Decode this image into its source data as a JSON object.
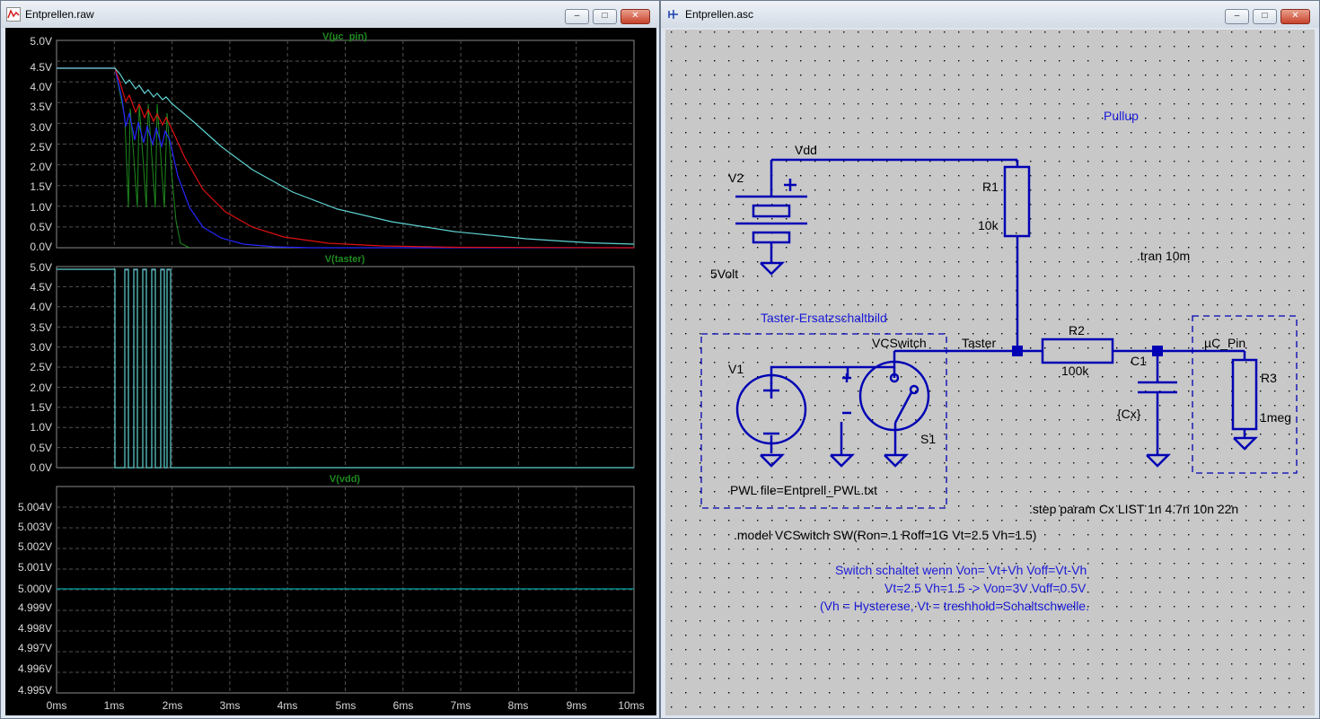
{
  "waveform_window": {
    "title": "Entprellen.raw",
    "panes": [
      {
        "trace_label": "V(µc_pin)",
        "y_ticks": [
          "5.0V",
          "4.5V",
          "4.0V",
          "3.5V",
          "3.0V",
          "2.5V",
          "2.0V",
          "1.5V",
          "1.0V",
          "0.5V",
          "0.0V"
        ]
      },
      {
        "trace_label": "V(taster)",
        "y_ticks": [
          "5.0V",
          "4.5V",
          "4.0V",
          "3.5V",
          "3.0V",
          "2.5V",
          "2.0V",
          "1.5V",
          "1.0V",
          "0.5V",
          "0.0V"
        ]
      },
      {
        "trace_label": "V(vdd)",
        "y_ticks": [
          "5.004V",
          "5.003V",
          "5.002V",
          "5.001V",
          "5.000V",
          "4.999V",
          "4.998V",
          "4.997V",
          "4.996V",
          "4.995V"
        ]
      }
    ],
    "x_ticks": [
      "0ms",
      "1ms",
      "2ms",
      "3ms",
      "4ms",
      "5ms",
      "6ms",
      "7ms",
      "8ms",
      "9ms",
      "10ms"
    ],
    "colors": {
      "background": "#000000",
      "grid": "#505050",
      "label": "#1f8a1f",
      "green": "#1d8a1d",
      "blue": "#2626ff",
      "red": "#e01010",
      "cyan": "#5fd3d3",
      "vdd": "#00a0a0"
    }
  },
  "schematic_window": {
    "title": "Entprellen.asc",
    "labels": {
      "pullup": "Pullup",
      "vdd_net": "Vdd",
      "v2": "V2",
      "v2_value": "5Volt",
      "r1": "R1",
      "r1_value": "10k",
      "tran": ".tran 10m",
      "taster_box": "Taster-Ersatzschaltbild",
      "vcswitch": "VCSwitch",
      "taster_net": "Taster",
      "r2": "R2",
      "r2_value": "100k",
      "c1": "C1",
      "c1_value": "{Cx}",
      "uc_pin": "µC_Pin",
      "r3": "R3",
      "r3_value": "1meg",
      "v1": "V1",
      "s1": "S1",
      "plus": "+",
      "minus": "-",
      "pwl": "PWL file=Entprell_PWL.txt",
      "step": ".step param Cx LIST 1n 4.7n 10n 22n",
      "model": ".model VCSwitch SW(Ron=.1 Roff=1G Vt=2.5 Vh=1.5)",
      "note1": "Switch schaltet wenn Von= Vt+Vh Voff=Vt-Vh",
      "note2": "Vt=2.5 Vh=1.5 -> Von=3V Voff=0.5V",
      "note3": "(Vh = Hysterese, Vt = treshhold=Schaltschwelle."
    },
    "colors": {
      "background": "#c8c8c8",
      "wire": "#0000b4",
      "text": "#000000",
      "comment": "#1a1ad8"
    }
  },
  "window_controls": {
    "minimize": "–",
    "maximize": "□",
    "close": "✕"
  }
}
